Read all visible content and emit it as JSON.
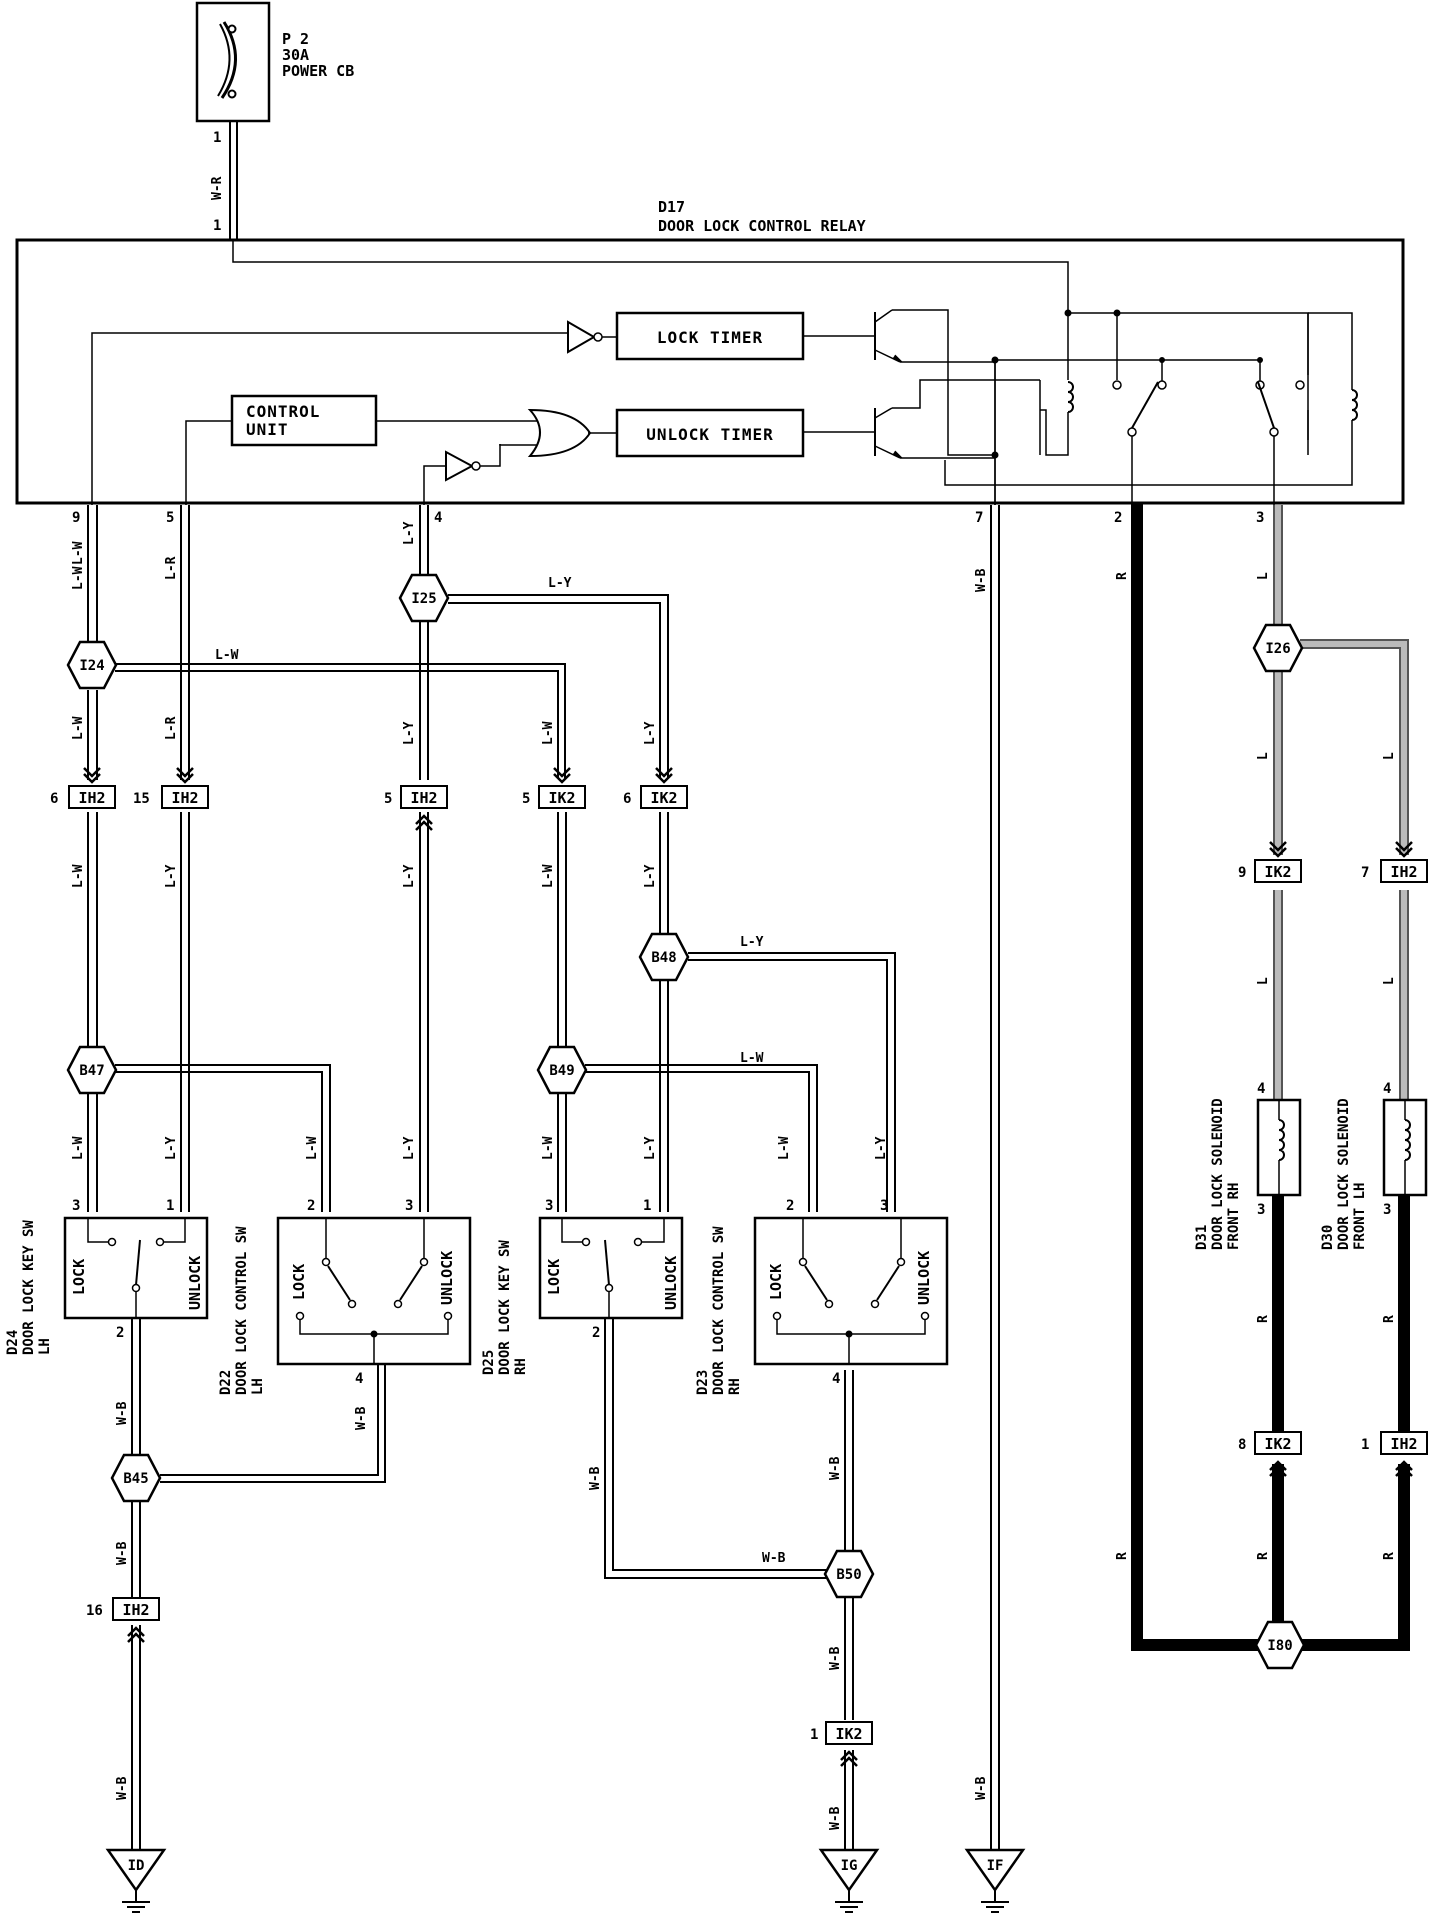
{
  "p2": {
    "code": "P 2",
    "rating": "30A",
    "desc": "POWER CB",
    "pin_top": "1",
    "pin_bottom": "1",
    "wire": "W-R"
  },
  "d17": {
    "code": "D17",
    "desc": "DOOR LOCK CONTROL RELAY",
    "lock_timer": "LOCK TIMER",
    "unlock_timer": "UNLOCK TIMER",
    "control_unit_1": "CONTROL",
    "control_unit_2": "UNIT",
    "pins": {
      "p9": "9",
      "p5": "5",
      "p4": "4",
      "p7": "7",
      "p2": "2",
      "p3": "3"
    }
  },
  "wires": {
    "lw": "L-W",
    "lr": "L-R",
    "ly": "L-Y",
    "wb": "W-B",
    "r": "R",
    "l": "L"
  },
  "hex": {
    "i24": "I24",
    "i25": "I25",
    "i26": "I26",
    "b47": "B47",
    "b48": "B48",
    "b49": "B49",
    "b45": "B45",
    "b50": "B50",
    "i80": "I80"
  },
  "connectors": [
    {
      "pin": "6",
      "name": "IH2"
    },
    {
      "pin": "15",
      "name": "IH2"
    },
    {
      "pin": "5",
      "name": "IH2"
    },
    {
      "pin": "5",
      "name": "IK2"
    },
    {
      "pin": "6",
      "name": "IK2"
    },
    {
      "pin": "9",
      "name": "IK2"
    },
    {
      "pin": "7",
      "name": "IH2"
    },
    {
      "pin": "8",
      "name": "IK2"
    },
    {
      "pin": "1",
      "name": "IH2"
    },
    {
      "pin": "16",
      "name": "IH2"
    },
    {
      "pin": "1",
      "name": "IK2"
    }
  ],
  "switches": {
    "d24": {
      "code": "D24",
      "l1": "DOOR LOCK KEY SW",
      "l2": "LH",
      "lock": "LOCK",
      "unlock": "UNLOCK",
      "pa": "3",
      "pb": "1",
      "pc": "2"
    },
    "d22": {
      "code": "D22",
      "l1": "DOOR LOCK CONTROL SW",
      "l2": "LH",
      "lock": "LOCK",
      "unlock": "UNLOCK",
      "pa": "2",
      "pb": "3",
      "pc": "4"
    },
    "d25": {
      "code": "D25",
      "l1": "DOOR LOCK KEY SW",
      "l2": "RH",
      "lock": "LOCK",
      "unlock": "UNLOCK",
      "pa": "3",
      "pb": "1",
      "pc": "2"
    },
    "d23": {
      "code": "D23",
      "l1": "DOOR LOCK CONTROL SW",
      "l2": "RH",
      "lock": "LOCK",
      "unlock": "UNLOCK",
      "pa": "2",
      "pb": "3",
      "pc": "4"
    }
  },
  "solenoids": {
    "d31": {
      "code": "D31",
      "l1": "DOOR LOCK SOLENOID",
      "l2": "FRONT RH",
      "pa": "4",
      "pb": "3"
    },
    "d30": {
      "code": "D30",
      "l1": "DOOR LOCK SOLENOID",
      "l2": "FRONT LH",
      "pa": "4",
      "pb": "3"
    }
  },
  "grounds": {
    "id": "ID",
    "ig": "IG",
    "if": "IF"
  }
}
